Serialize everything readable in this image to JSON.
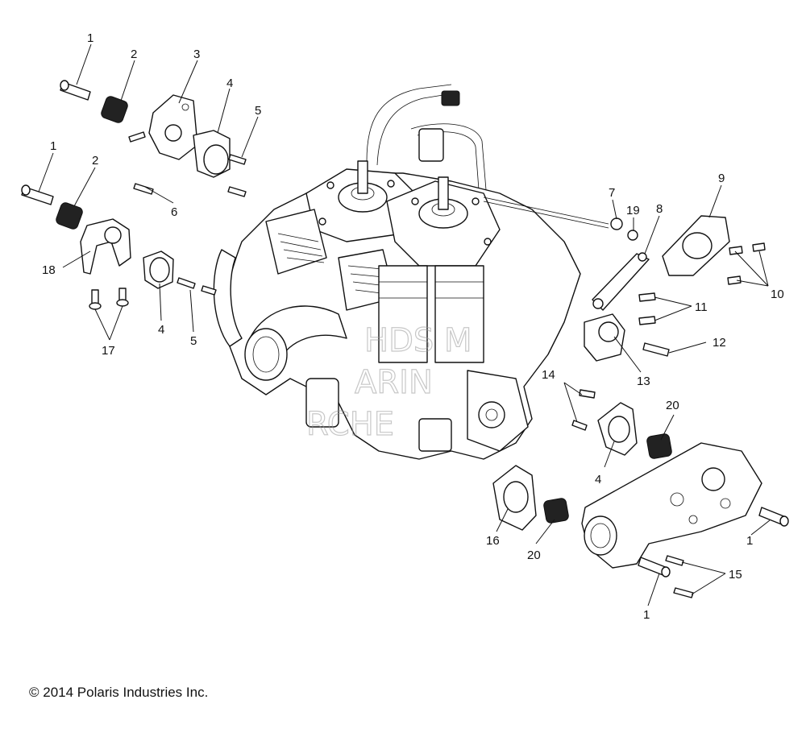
{
  "copyright": "© 2014 Polaris Industries Inc.",
  "watermark": [
    "HDS M",
    "ARIN",
    "RCHE"
  ],
  "callouts": {
    "c1a": "1",
    "c2a": "2",
    "c3": "3",
    "c4a": "4",
    "c5a": "5",
    "c6": "6",
    "c1b": "1",
    "c2b": "2",
    "c18": "18",
    "c4b": "4",
    "c5b": "5",
    "c17": "17",
    "c7": "7",
    "c19": "19",
    "c8": "8",
    "c9": "9",
    "c10": "10",
    "c11": "11",
    "c12": "12",
    "c13": "13",
    "c14": "14",
    "c4c": "4",
    "c20a": "20",
    "c16": "16",
    "c20b": "20",
    "c1c": "1",
    "c15": "15",
    "c1d": "1"
  }
}
